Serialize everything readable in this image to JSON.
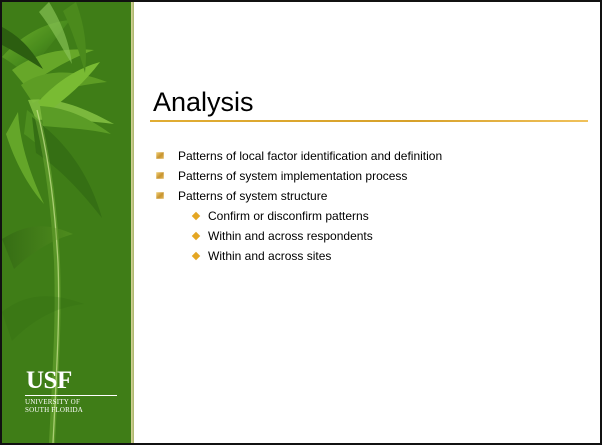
{
  "slide": {
    "title": "Analysis",
    "bullets": [
      {
        "text": "Patterns of local factor identification and definition",
        "level": 1,
        "icon": "square-bullet-icon"
      },
      {
        "text": "Patterns of system implementation process",
        "level": 1,
        "icon": "square-bullet-icon"
      },
      {
        "text": "Patterns of system structure",
        "level": 1,
        "icon": "square-bullet-icon"
      },
      {
        "text": "Confirm or disconfirm patterns",
        "level": 2,
        "icon": "diamond-bullet-icon"
      },
      {
        "text": "Within and across respondents",
        "level": 2,
        "icon": "diamond-bullet-icon"
      },
      {
        "text": "Within and across sites",
        "level": 2,
        "icon": "diamond-bullet-icon"
      }
    ]
  },
  "logo": {
    "mark": "USF",
    "line_1": "UNIVERSITY OF",
    "line_2": "SOUTH FLORIDA"
  },
  "colors": {
    "palm_green": "#3f7d17",
    "title_rule": "#e1ad33",
    "bullet_gold": "#e4a623"
  },
  "icons": {
    "background": "palm-frond-icon",
    "level_1_bullet": "square-bullet-icon",
    "level_2_bullet": "diamond-bullet-icon"
  }
}
